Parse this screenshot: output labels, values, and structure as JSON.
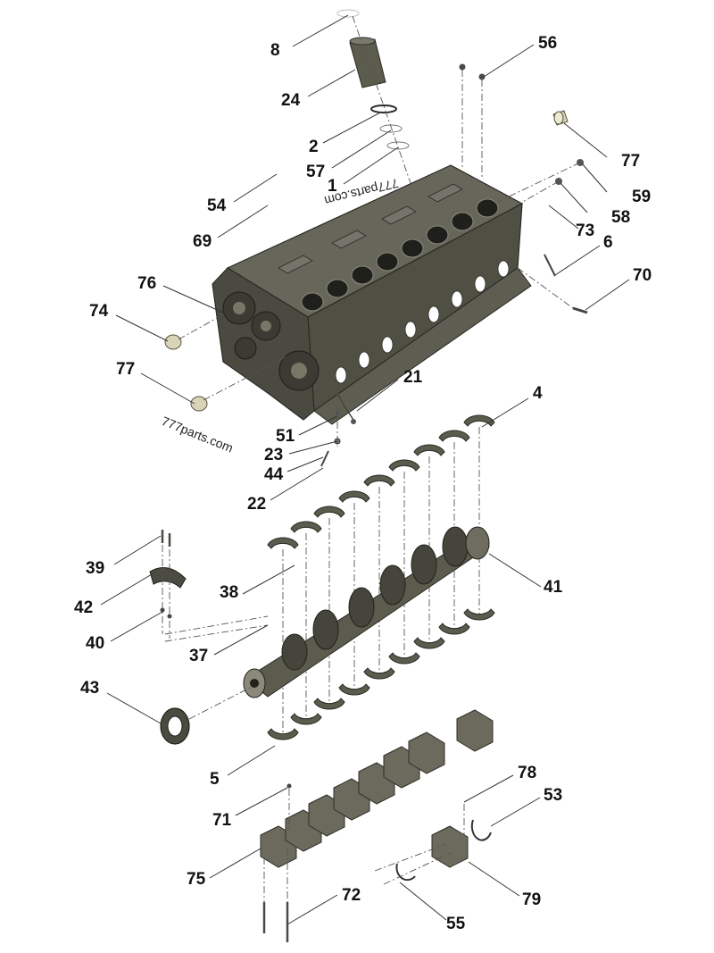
{
  "watermarks": [
    "777parts.com",
    "777parts.com"
  ],
  "callouts": [
    "8",
    "56",
    "24",
    "2",
    "77",
    "57",
    "1",
    "59",
    "54",
    "58",
    "73",
    "69",
    "6",
    "70",
    "76",
    "74",
    "77",
    "21",
    "4",
    "51",
    "23",
    "44",
    "22",
    "39",
    "41",
    "42",
    "38",
    "40",
    "37",
    "43",
    "5",
    "78",
    "53",
    "71",
    "75",
    "72",
    "79",
    "55"
  ],
  "colors": {
    "casting": "#5b5b4e",
    "casting_dark": "#3f3f36",
    "line": "#333333",
    "text": "#111111"
  }
}
